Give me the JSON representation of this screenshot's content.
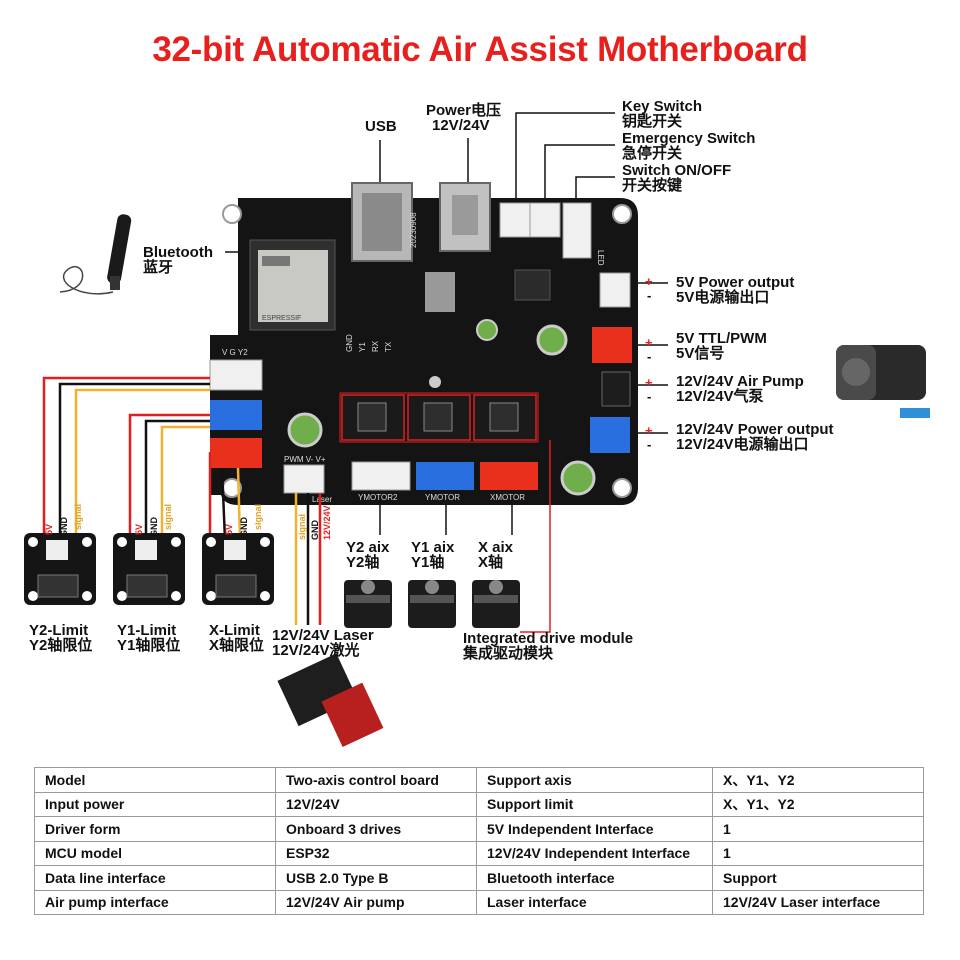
{
  "title": "32-bit Automatic Air Assist Motherboard",
  "labels": {
    "usb": "USB",
    "power": [
      "Power电压",
      "12V/24V"
    ],
    "key_switch": [
      "Key Switch",
      "钥匙开关"
    ],
    "emergency_switch": [
      "Emergency Switch",
      "急停开关"
    ],
    "switch_onoff": [
      "Switch ON/OFF",
      "开关按键"
    ],
    "bluetooth": [
      "Bluetooth",
      "蓝牙"
    ],
    "out_5v": [
      "5V Power output",
      "5V电源输出口"
    ],
    "ttl_pwm": [
      "5V TTL/PWM",
      "5V信号"
    ],
    "air_pump": [
      "12V/24V Air Pump",
      "12V/24V气泵"
    ],
    "power_out": [
      "12V/24V Power output",
      "12V/24V电源输出口"
    ],
    "y2_axis": [
      "Y2 aix",
      "Y2轴"
    ],
    "y1_axis": [
      "Y1 aix",
      "Y1轴"
    ],
    "x_axis": [
      "X aix",
      "X轴"
    ],
    "integrated": [
      "Integrated drive module",
      "集成驱动模块"
    ],
    "laser": [
      "12V/24V Laser",
      "12V/24V激光"
    ],
    "y2_limit": [
      "Y2-Limit",
      "Y2轴限位"
    ],
    "y1_limit": [
      "Y1-Limit",
      "Y1轴限位"
    ],
    "x_limit": [
      "X-Limit",
      "X轴限位"
    ]
  },
  "wire_labels": {
    "v5": "5V",
    "gnd": "GND",
    "signal": "signal",
    "v": "12V/24V"
  },
  "polarity": {
    "plus": "+",
    "minus": "-"
  },
  "board_text": {
    "date": "20230908",
    "vgy2": "V G Y2",
    "pwm": "PWM V- V+",
    "laser": "Laser",
    "gnd": "GND",
    "y1": "Y1",
    "rx": "RX",
    "tx": "TX",
    "ymotor2": "YMOTOR2",
    "ymotor": "YMOTOR",
    "xmotor": "XMOTOR",
    "led": "LED",
    "module": "ESPRESSIF"
  },
  "colors": {
    "title": "#e8201d",
    "board": "#141414",
    "red_conn": "#e8301c",
    "blue_conn": "#2a6fe0",
    "white_conn": "#f0f0f0",
    "wire_red": "#e02020",
    "wire_yellow": "#f2b230",
    "wire_black": "#111111"
  },
  "table": [
    [
      "Model",
      "Two-axis control board",
      "Support axis",
      "X、Y1、Y2"
    ],
    [
      "Input  power",
      "12V/24V",
      "Support limit",
      "X、Y1、Y2"
    ],
    [
      "Driver form",
      "Onboard 3 drives",
      "5V Independent Interface",
      "1"
    ],
    [
      "MCU model",
      "ESP32",
      "12V/24V Independent Interface",
      "1"
    ],
    [
      "Data line interface",
      "USB 2.0 Type B",
      "Bluetooth interface",
      "Support"
    ],
    [
      "Air pump interface",
      "12V/24V Air pump",
      "Laser interface",
      "12V/24V Laser interface"
    ]
  ]
}
